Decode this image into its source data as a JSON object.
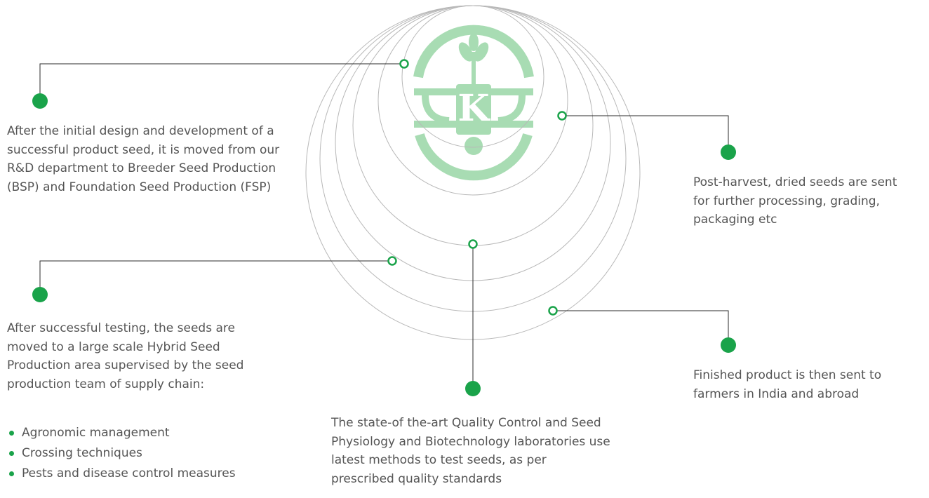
{
  "colors": {
    "accent": "#1aa34a",
    "logo": "#a8dcb3",
    "ring_stroke": "#b8b8b8",
    "connector": "#2b2b2b",
    "text": "#555555"
  },
  "logo": {
    "letter": "K",
    "icon": "kaveri-seeds-logo"
  },
  "steps": [
    {
      "id": "step-bsp-fsp",
      "text": "After the initial design and development of a successful product seed, it is moved from our R&D department to Breeder Seed Production (BSP) and Foundation Seed Production (FSP)"
    },
    {
      "id": "step-hybrid-production",
      "text": "After successful testing, the seeds are moved to a large scale Hybrid Seed Production area supervised by the seed production team of supply chain:",
      "bullets": [
        "Agronomic management",
        "Crossing techniques",
        "Pests and disease control measures"
      ]
    },
    {
      "id": "step-quality-control",
      "text": "The state-of the-art  Quality Control and Seed Physiology  and Biotechnology laboratories use latest methods to test seeds, as per prescribed quality standards"
    },
    {
      "id": "step-post-harvest",
      "text": "Post-harvest, dried seeds are sent for further processing, grading, packaging etc"
    },
    {
      "id": "step-finished-product",
      "text": "Finished product is then sent to farmers in India and abroad"
    }
  ]
}
